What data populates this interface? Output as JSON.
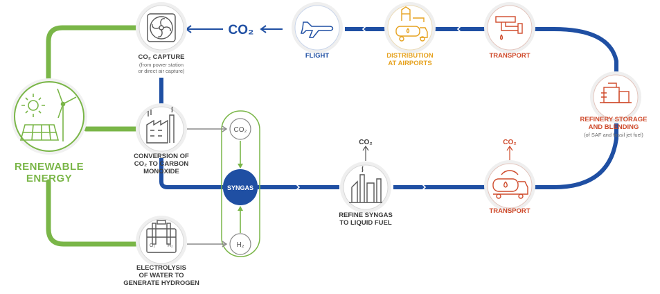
{
  "colors": {
    "green": "#7ab648",
    "blue": "#1f4fa3",
    "orange": "#e6a21f",
    "red": "#cf4b2c",
    "grey": "#8a8a8a"
  },
  "icons": {
    "renewable": "solar-panel-wind-turbine-icon",
    "co2_capture": "fan-icon",
    "conversion": "factory-icon",
    "electrolysis": "electrolysis-cell-icon",
    "refine": "refinery-icon",
    "transport_tanker": "tanker-truck-icon",
    "storage": "storage-tank-icon",
    "transport_pipe": "pipeline-icon",
    "distribution": "airport-fuel-truck-icon",
    "flight": "airplane-icon"
  },
  "nodes": {
    "renewable": {
      "line1": "RENEWABLE",
      "line2": "ENERGY"
    },
    "co2_capture": {
      "title": "CO₂ CAPTURE",
      "sub1": "(from power station",
      "sub2": "or direct air capture)"
    },
    "conversion": {
      "line1": "CONVERSION OF",
      "line2": "CO₂ TO CARBON",
      "line3": "MONOXIDE"
    },
    "electrolysis": {
      "line1": "ELECTROLYSIS",
      "line2": "OF WATER TO",
      "line3": "GENERATE HYDROGEN"
    },
    "syngas": {
      "label": "SYNGAS",
      "co2": "CO₂",
      "h2": "H₂"
    },
    "refine": {
      "line1": "REFINE SYNGAS",
      "line2": "TO LIQUID FUEL",
      "emission": "CO₂"
    },
    "transport_bottom": {
      "label": "TRANSPORT",
      "emission": "CO₂"
    },
    "refinery": {
      "line1": "REFINERY STORAGE",
      "line2": "AND BLENDING",
      "sub": "(of SAF and fossil jet fuel)"
    },
    "transport_top": {
      "label": "TRANSPORT"
    },
    "distribution": {
      "line1": "DISTRIBUTION",
      "line2": "AT AIRPORTS"
    },
    "flight": {
      "label": "FLIGHT",
      "emission": "CO₂"
    }
  },
  "electrolysis_labels": {
    "o2": "O₂",
    "h2": "H₂"
  }
}
